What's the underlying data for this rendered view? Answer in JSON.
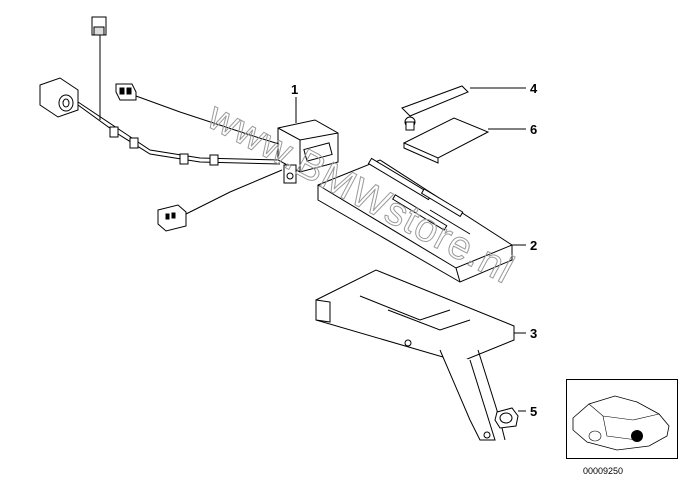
{
  "diagram": {
    "watermark": "www.BMWstore.nl",
    "diagram_number": "00009250",
    "callouts": [
      "1",
      "2",
      "3",
      "4",
      "5",
      "6"
    ]
  }
}
